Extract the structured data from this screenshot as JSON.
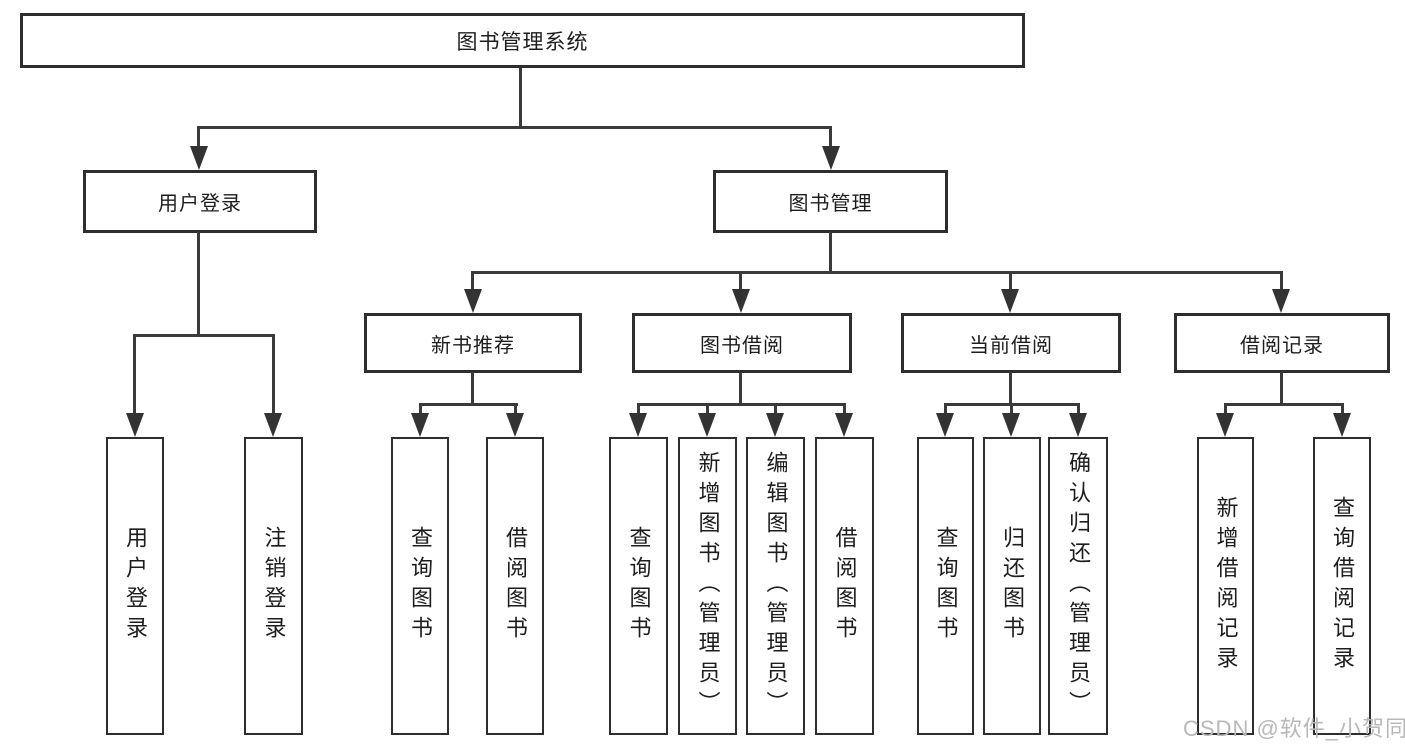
{
  "tree": {
    "root": {
      "label": "图书管理系统",
      "children": [
        {
          "label": "用户登录",
          "children": [
            {
              "label": "用户登录"
            },
            {
              "label": "注销登录"
            }
          ]
        },
        {
          "label": "图书管理",
          "children": [
            {
              "label": "新书推荐",
              "children": [
                {
                  "label": "查询图书"
                },
                {
                  "label": "借阅图书"
                }
              ]
            },
            {
              "label": "图书借阅",
              "children": [
                {
                  "label": "查询图书"
                },
                {
                  "label": "新增图书（管理员）"
                },
                {
                  "label": "编辑图书（管理员）"
                },
                {
                  "label": "借阅图书"
                }
              ]
            },
            {
              "label": "当前借阅",
              "children": [
                {
                  "label": "查询图书"
                },
                {
                  "label": "归还图书"
                },
                {
                  "label": "确认归还（管理员）"
                }
              ]
            },
            {
              "label": "借阅记录",
              "children": [
                {
                  "label": "新增借阅记录"
                },
                {
                  "label": "查询借阅记录"
                }
              ]
            }
          ]
        }
      ]
    }
  },
  "watermark": "CSDN @软件_小贺同学",
  "colors": {
    "line": "#3a3a3a",
    "box_border": "#2e2e2e",
    "text": "#1d1d1d",
    "watermark": "#b8b8b8",
    "background": "#ffffff"
  }
}
